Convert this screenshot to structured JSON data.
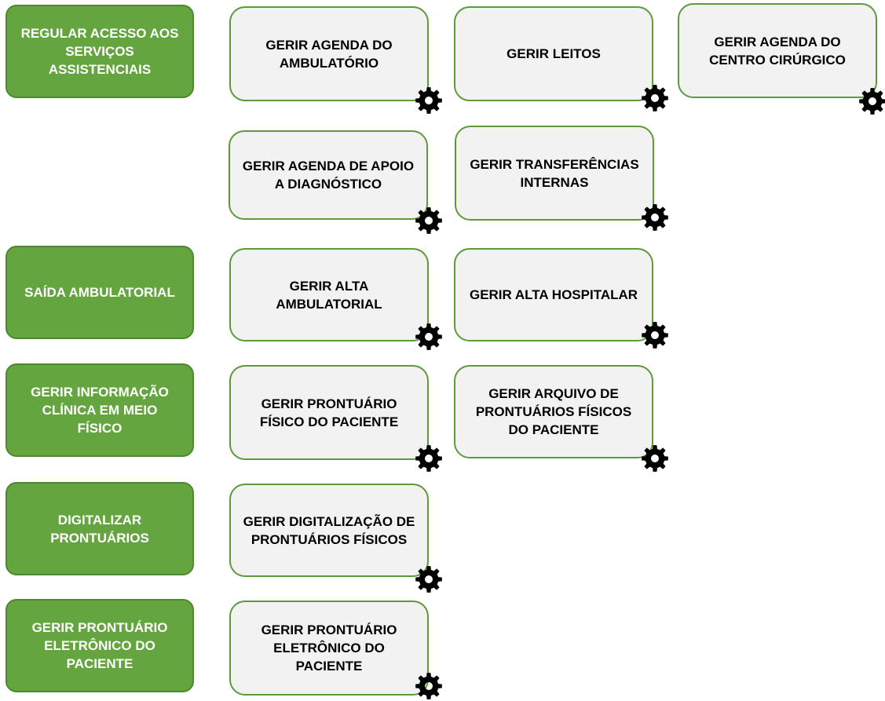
{
  "macros": [
    {
      "id": "regular",
      "label": "REGULAR ACESSO AOS SERVIÇOS ASSISTENCIAIS"
    },
    {
      "id": "saida",
      "label": "SAÍDA AMBULATORIAL"
    },
    {
      "id": "info",
      "label": "GERIR INFORMAÇÃO CLÍNICA EM MEIO FÍSICO"
    },
    {
      "id": "digitalizar",
      "label": "DIGITALIZAR PRONTUÁRIOS"
    },
    {
      "id": "pep",
      "label": "GERIR PRONTUÁRIO ELETRÔNICO DO PACIENTE"
    }
  ],
  "processes": [
    {
      "id": "agenda-ambulatorio",
      "label": "GERIR AGENDA DO AMBULATÓRIO"
    },
    {
      "id": "leitos",
      "label": "GERIR LEITOS"
    },
    {
      "id": "centro-cirurgico",
      "label": "GERIR AGENDA DO CENTRO CIRÚRGICO"
    },
    {
      "id": "apoio-diagnostico",
      "label": "GERIR AGENDA DE APOIO A DIAGNÓSTICO"
    },
    {
      "id": "transferencias",
      "label": "GERIR TRANSFERÊNCIAS INTERNAS"
    },
    {
      "id": "alta-ambulatorial",
      "label": "GERIR ALTA AMBULATORIAL"
    },
    {
      "id": "alta-hospitalar",
      "label": "GERIR ALTA HOSPITALAR"
    },
    {
      "id": "prontuario-fisico",
      "label": "GERIR PRONTUÁRIO FÍSICO DO PACIENTE"
    },
    {
      "id": "arquivo-prontuarios",
      "label": "GERIR ARQUIVO DE PRONTUÁRIOS FÍSICOS DO PACIENTE"
    },
    {
      "id": "digitalizacao",
      "label": "GERIR DIGITALIZAÇÃO DE PRONTUÁRIOS FÍSICOS"
    },
    {
      "id": "prontuario-eletronico",
      "label": "GERIR PRONTUÁRIO ELETRÔNICO DO PACIENTE"
    }
  ],
  "icons": {
    "process_marker": "gear-icon"
  },
  "colors": {
    "macro_fill": "#64a540",
    "process_border": "#5e9a3a",
    "process_fill": "#f2f2f2"
  }
}
